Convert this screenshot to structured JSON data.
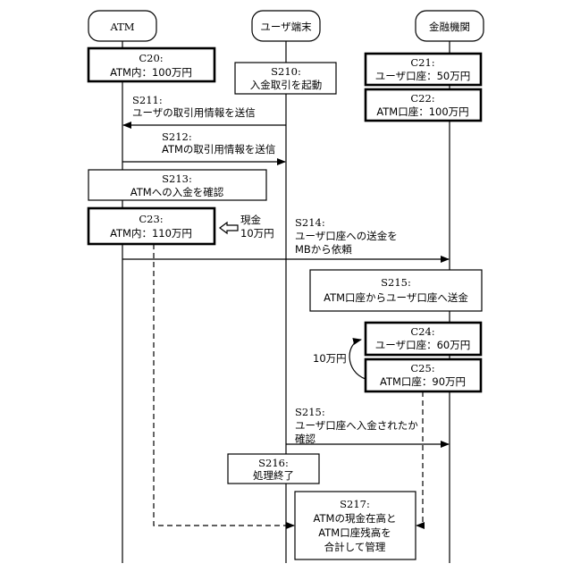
{
  "actors": {
    "atm": "ATM",
    "user_terminal": "ユーザ端末",
    "bank": "金融機関"
  },
  "boxes": {
    "c20": {
      "line1": "C20:",
      "line2": "ATM内：100万円"
    },
    "s210": {
      "line1": "S210:",
      "line2": "入金取引を起動"
    },
    "c21": {
      "line1": "C21:",
      "line2": "ユーザ口座：50万円"
    },
    "c22": {
      "line1": "C22:",
      "line2": "ATM口座：100万円"
    },
    "s213": {
      "line1": "S213:",
      "line2": "ATMへの入金を確認"
    },
    "c23": {
      "line1": "C23:",
      "line2": "ATM内：110万円"
    },
    "s215a": {
      "line1": "S215:",
      "line2": "ATM口座からユーザ口座へ送金"
    },
    "c24": {
      "line1": "C24:",
      "line2": "ユーザ口座：60万円"
    },
    "c25": {
      "line1": "C25:",
      "line2": "ATM口座：90万円"
    },
    "s216": {
      "line1": "S216:",
      "line2": "処理終了"
    },
    "s217": {
      "line1": "S217:",
      "line2": "ATMの現金在高と",
      "line3": "ATM口座残高を",
      "line4": "合計して管理"
    }
  },
  "messages": {
    "s211": {
      "line1": "S211:",
      "line2": "ユーザの取引用情報を送信"
    },
    "s212": {
      "line1": "S212:",
      "line2": "ATMの取引用情報を送信"
    },
    "s214": {
      "line1": "S214:",
      "line2": "ユーザ口座への送金を",
      "line3": "MBから依頼"
    },
    "s215b": {
      "line1": "S215:",
      "line2": "ユーザ口座へ入金されたか",
      "line3": "確認"
    }
  },
  "annotations": {
    "cash_line1": "現金",
    "cash_line2": "10万円",
    "transfer_amount": "10万円"
  }
}
